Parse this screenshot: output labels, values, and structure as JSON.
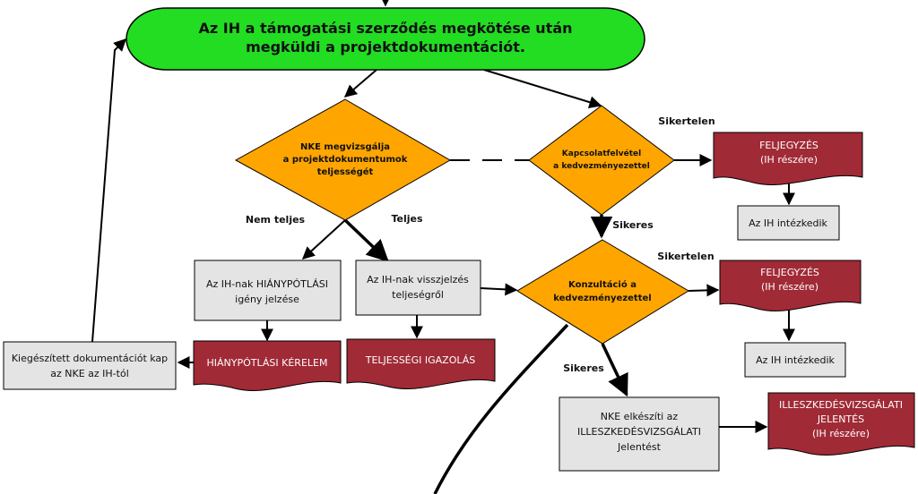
{
  "start": {
    "line1": "Az IH a támogatási szerződés megkötése után",
    "line2": "megküldi a projektdokumentációt."
  },
  "decision_completeness": {
    "line1": "NKE megvizsgálja",
    "line2": "a projektdokumentumok",
    "line3": "teljességét"
  },
  "decision_contact": {
    "line1": "Kapcsolatfelvétel",
    "line2": "a kedvezményezettel"
  },
  "decision_consult": {
    "line1": "Konzultáció a",
    "line2": "kedvezményezettel"
  },
  "labels": {
    "not_complete": "Nem teljes",
    "complete": "Teljes",
    "unsuccessful_1": "Sikertelen",
    "successful_1": "Sikeres",
    "unsuccessful_2": "Sikertelen",
    "successful_2": "Sikeres"
  },
  "process_missing": {
    "line1": "Az IH-nak HIÁNYPÓTLÁSI",
    "line2": "igény jelzése"
  },
  "process_feedback": {
    "line1": "Az IH-nak visszjelzés",
    "line2": "teljeségről"
  },
  "process_supplemented": {
    "line1": "Kiegészített dokumentációt kap",
    "line2": "az NKE az IH-tól"
  },
  "process_ih_action_1": {
    "line1": "Az IH intézkedik"
  },
  "process_ih_action_2": {
    "line1": "Az IH intézkedik"
  },
  "process_report": {
    "line1": "NKE elkészíti az",
    "line2": "ILLESZKEDÉSVIZSGÁLATI",
    "line3": "Jelentést"
  },
  "doc_note_1": {
    "line1": "FELJEGYZÉS",
    "line2": "(IH részére)"
  },
  "doc_note_2": {
    "line1": "FELJEGYZÉS",
    "line2": "(IH részére)"
  },
  "doc_request": {
    "line1": "HIÁNYPÓTLÁSI KÉRELEM"
  },
  "doc_certificate": {
    "line1": "TELJESSÉGI IGAZOLÁS"
  },
  "doc_report": {
    "line1": "ILLESZKEDÉSVIZSGÁLATI",
    "line2": "JELENTÉS",
    "line3": "(IH részére)"
  },
  "colors": {
    "start": "#22dd22",
    "decision": "#ffa500",
    "process": "#e4e4e4",
    "document": "#a02a36",
    "line": "#000000"
  }
}
